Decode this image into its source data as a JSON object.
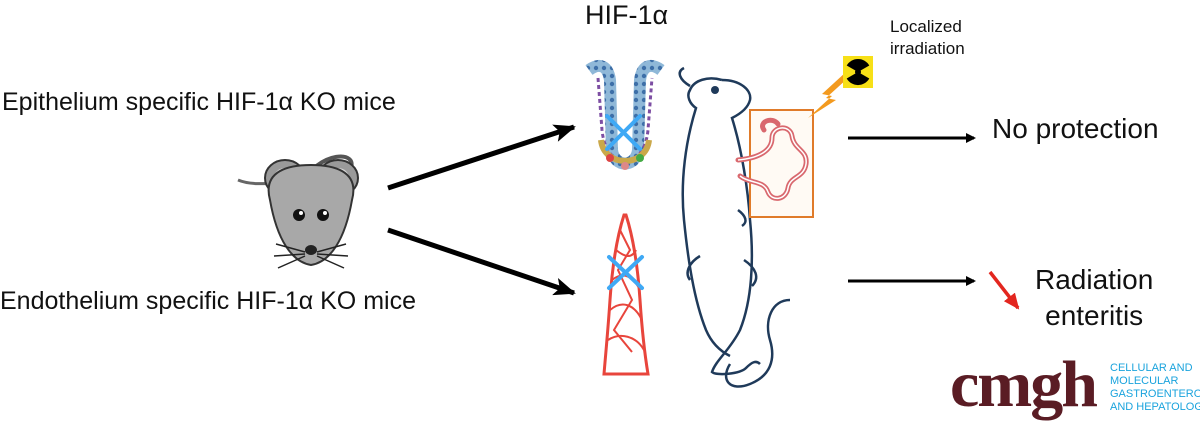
{
  "diagram": {
    "title": "HIF-1α",
    "epithelium_label": "Epithelium specific HIF-1α KO mice",
    "endothelium_label": "Endothelium specific HIF-1α KO mice",
    "irradiation_label_line1": "Localized",
    "irradiation_label_line2": "irradiation",
    "outcome_top": "No protection",
    "outcome_bottom_line1": "Radiation",
    "outcome_bottom_line2": "enteritis"
  },
  "logo": {
    "mark": "cmgh",
    "line1": "CELLULAR AND",
    "line2": "MOLECULAR",
    "line3": "GASTROENTEROLOGY",
    "line4": "AND HEPATOLOGY"
  },
  "colors": {
    "arrow": "#000000",
    "knockout_x": "#3fa9f5",
    "vessel": "#e8453c",
    "rat_outline": "#1f3a5a",
    "irradiation_box": "#e07b2a",
    "intestine": "#d9686e",
    "logo_mark": "#5a1c24",
    "logo_text": "#1aa3dd",
    "down_arrow": "#e3261f"
  },
  "icons": [
    "mouse-icon",
    "crypt-icon",
    "vessel-icon",
    "rat-icon",
    "intestine-icon",
    "radiation-icon",
    "lightning-icon",
    "knockout-x-icon"
  ]
}
